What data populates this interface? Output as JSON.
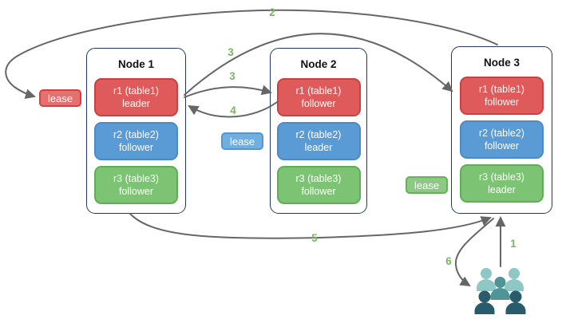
{
  "diagram": {
    "nodes": [
      {
        "title": "Node 1",
        "replicas": [
          {
            "name": "r1 (table1)",
            "role": "leader"
          },
          {
            "name": "r2 (table2)",
            "role": "follower"
          },
          {
            "name": "r3 (table3)",
            "role": "follower"
          }
        ]
      },
      {
        "title": "Node 2",
        "replicas": [
          {
            "name": "r1 (table1)",
            "role": "follower"
          },
          {
            "name": "r2 (table2)",
            "role": "leader"
          },
          {
            "name": "r3 (table3)",
            "role": "follower"
          }
        ]
      },
      {
        "title": "Node 3",
        "replicas": [
          {
            "name": "r1 (table1)",
            "role": "follower"
          },
          {
            "name": "r2 (table2)",
            "role": "follower"
          },
          {
            "name": "r3 (table3)",
            "role": "leader"
          }
        ]
      }
    ],
    "leases": [
      {
        "label": "lease",
        "variant": "red"
      },
      {
        "label": "lease",
        "variant": "blue"
      },
      {
        "label": "lease",
        "variant": "green"
      }
    ],
    "arrows": [
      {
        "label": "2",
        "from": "node-3",
        "to": "lease-red"
      },
      {
        "label": "3",
        "from": "node-1-r1-leader",
        "to": "node-3-r1-follower"
      },
      {
        "label": "3",
        "from": "node-1-r1-leader",
        "to": "node-2-r1-follower"
      },
      {
        "label": "4",
        "from": "node-2-r1-follower",
        "to": "node-1-r1-leader"
      },
      {
        "label": "5",
        "from": "node-1",
        "to": "node-3"
      },
      {
        "label": "1",
        "from": "clients",
        "to": "node-3"
      },
      {
        "label": "6",
        "from": "node-3",
        "to": "clients"
      }
    ],
    "client_icon": "users-icon",
    "colors": {
      "replica_red": "#df5b5b",
      "replica_blue": "#5b9bd5",
      "replica_green": "#7cc473",
      "node_border": "#24385f",
      "arrow": "#666666",
      "step_label": "#77b85f",
      "people_light": "#8fc7c5",
      "people_medium": "#4f9496",
      "people_dark": "#2a5b6c"
    }
  }
}
